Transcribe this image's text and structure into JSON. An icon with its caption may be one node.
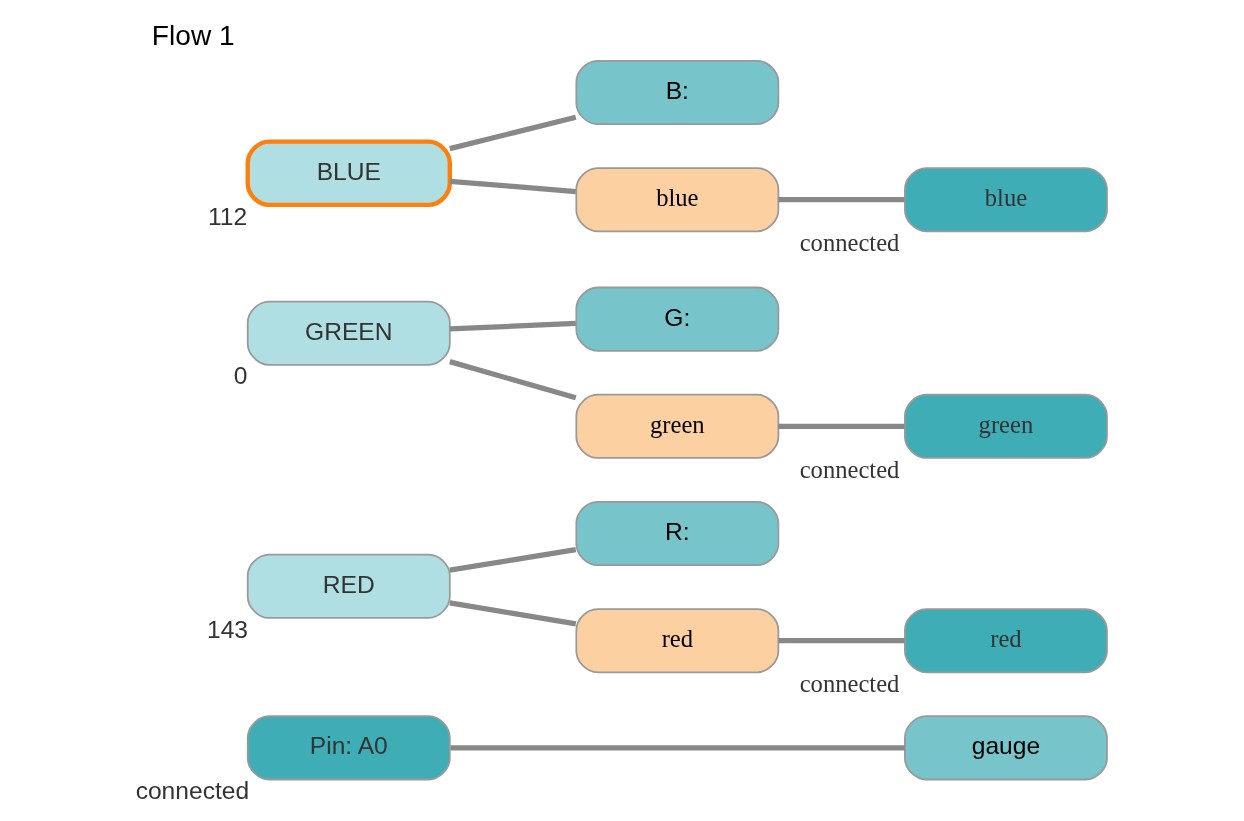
{
  "diagram": {
    "title": "Flow 1",
    "nodes": [
      {
        "text": [
          "Pin: A0"
        ],
        "beside": [
          "connected"
        ]
      },
      {
        "text": [
          "gauge"
        ]
      },
      {
        "text": [
          "RED"
        ],
        "beside": [
          "143"
        ]
      },
      {
        "text": [
          "R:"
        ]
      },
      {
        "text": [
          "red"
        ]
      },
      {
        "text": [
          "red"
        ],
        "beside": [
          "connected"
        ]
      },
      {
        "text": [
          "GREEN"
        ],
        "beside": [
          "0"
        ]
      },
      {
        "text": [
          "G:"
        ]
      },
      {
        "text": [
          "green"
        ]
      },
      {
        "text": [
          "green"
        ],
        "beside": [
          "connected"
        ]
      },
      {
        "text": [
          "BLUE"
        ],
        "beside": [
          "112"
        ]
      },
      {
        "text": [
          "B:"
        ]
      },
      {
        "text": [
          "blue"
        ]
      },
      {
        "text": [
          "blue"
        ],
        "beside": [
          "connected"
        ]
      }
    ],
    "edges": [
      {
        "from": 0,
        "to": 1,
        "arrow": "none"
      },
      {
        "from": 2,
        "to": 3,
        "arrow": "none"
      },
      {
        "from": 2,
        "to": 4,
        "arrow": "none"
      },
      {
        "from": 4,
        "to": 5,
        "arrow": "none"
      },
      {
        "from": 6,
        "to": 7,
        "arrow": "none"
      },
      {
        "from": 6,
        "to": 8,
        "arrow": "none"
      },
      {
        "from": 8,
        "to": 9,
        "arrow": "none"
      },
      {
        "from": 10,
        "to": 11,
        "arrow": "none"
      },
      {
        "from": 10,
        "to": 12,
        "arrow": "none"
      },
      {
        "from": 12,
        "to": 13,
        "arrow": "none"
      }
    ]
  }
}
